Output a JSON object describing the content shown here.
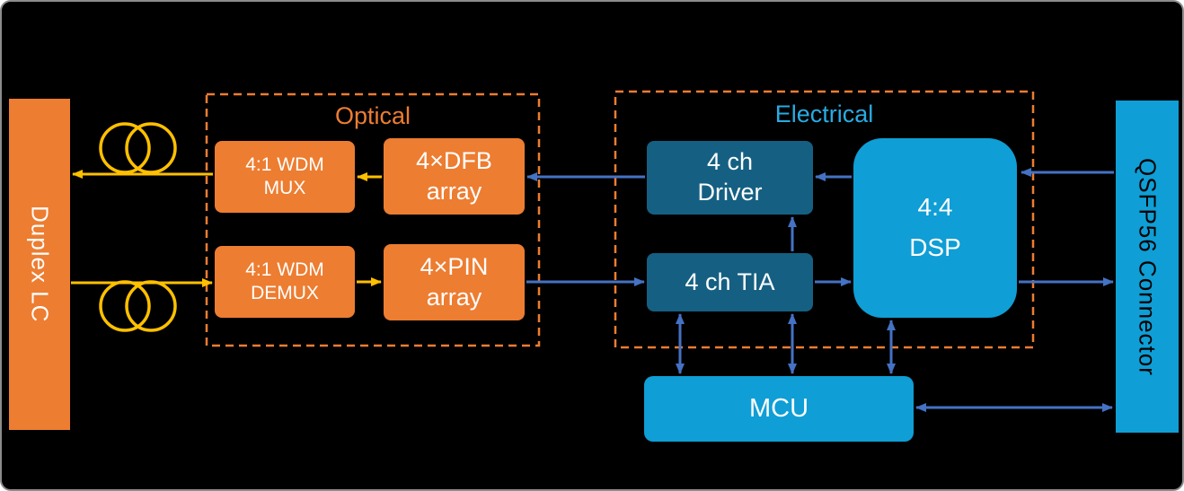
{
  "groups": {
    "optical": {
      "label": "Optical"
    },
    "electrical": {
      "label": "Electrical"
    }
  },
  "blocks": {
    "duplex_lc": {
      "label": "Duplex LC"
    },
    "wdm_mux": {
      "line1": "4:1 WDM",
      "line2": "MUX"
    },
    "dfb_array": {
      "line1": "4×DFB",
      "line2": "array"
    },
    "wdm_demux": {
      "line1": "4:1 WDM",
      "line2": "DEMUX"
    },
    "pin_array": {
      "line1": "4×PIN",
      "line2": "array"
    },
    "driver": {
      "line1": "4 ch",
      "line2": "Driver"
    },
    "tia": {
      "label": "4 ch TIA"
    },
    "dsp": {
      "line1": "4:4",
      "line2": "DSP"
    },
    "mcu": {
      "label": "MCU"
    },
    "qsfp56_connector": {
      "label": "QSFP56 Connector"
    }
  },
  "icons": {
    "fiber_coil_top": "fiber-coil-icon",
    "fiber_coil_bottom": "fiber-coil-icon"
  },
  "colors": {
    "background": "#000000",
    "optical_orange": "#ED7D31",
    "fiber_yellow": "#FFC000",
    "electrical_dark": "#156082",
    "electrical_light": "#0F9ED5",
    "electrical_label": "#29ABE2",
    "arrow_blue": "#4472C4"
  }
}
